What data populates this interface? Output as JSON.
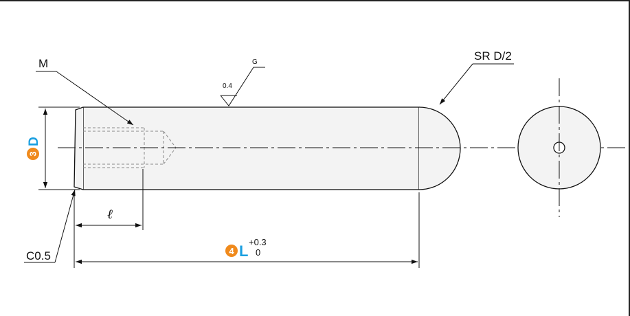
{
  "labels": {
    "thread": "M",
    "roughness_value": "0.4",
    "roughness_grade": "G",
    "sphere_radius": "SR D/2",
    "chamfer": "C0.5",
    "thread_depth": "ℓ",
    "diameter_number": "3",
    "diameter_symbol": "D",
    "length_number": "4",
    "length_symbol": "L",
    "length_tol_upper": "+0.3",
    "length_tol_lower": "0"
  },
  "colors": {
    "line": "#111111",
    "hidden": "#777777",
    "badge_orange": "#f08a1c",
    "symbol_blue": "#1a9fe0"
  }
}
